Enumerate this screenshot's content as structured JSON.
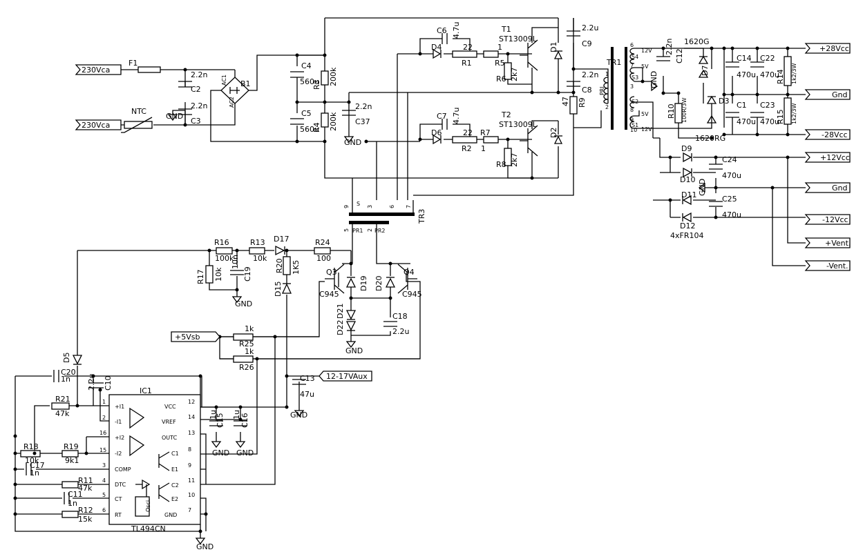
{
  "ports": {
    "in_l": "230Vca",
    "in_n": "230Vca",
    "p28": "+28Vcc",
    "gnd1": "Gnd",
    "m28": "-28Vcc",
    "p12": "+12Vcc",
    "gnd2": "Gnd",
    "m12": "-12Vcc",
    "pvent": "+Vent.",
    "mvent": "-Vent.",
    "vsb": "+5Vsb",
    "aux": "12-17VAux"
  },
  "labels": {
    "F1": "F1",
    "NTC": "NTC",
    "B1": "B1",
    "AC1": "AC1",
    "AC2": "AC2",
    "C2": "C2",
    "C2v": "2.2n",
    "C3": "C3",
    "C3v": "2.2n",
    "C4": "C4",
    "C4v": "560u",
    "C5": "C5",
    "C5v": "560u",
    "R3": "R3",
    "R3v": "200k",
    "R4": "R4",
    "R4v": "200k",
    "C37": "C37",
    "C37v": "2.2n",
    "C6": "C6",
    "C6v": "4.7u",
    "C7": "C7",
    "C7v": "4.7u",
    "D4": "D4",
    "D6": "D6",
    "R1": "R1",
    "R1v": "22",
    "R2": "R2",
    "R2v": "22",
    "R5": "R5",
    "R5v": "1",
    "R7": "R7",
    "R7v": "1",
    "R6": "R6",
    "R6v": "2k7",
    "R8": "R8",
    "R8v": "2k7",
    "T1": "T1",
    "T1v": "ST13009L",
    "T2": "T2",
    "T2v": "ST13009L",
    "D1": "D1",
    "D2": "D2",
    "C9": "C9",
    "C9v": "2.2u",
    "C8": "C8",
    "C8v": "2.2n",
    "R9": "R9",
    "R9v": "47",
    "TR1": "TR1",
    "PRI": "PRI",
    "S1": "S1",
    "S2": "S2",
    "S3": "S3",
    "S4": "S4",
    "v12a": "12V",
    "v5a": "5V",
    "v5b": "5V",
    "v12b": "12V",
    "C12": "C12",
    "C12v": "2.2n",
    "R10": "R10",
    "R10v": "100R/3W",
    "D7": "D7",
    "D3": "D3",
    "g1620": "1620G",
    "rg1620": "1620RG",
    "C14": "C14",
    "C14v": "470u",
    "C22": "C22",
    "C22v": "470u",
    "C1": "C1",
    "C1v": "470u",
    "C23": "C23",
    "C23v": "470u",
    "R14": "R14",
    "R14v": "1k2/3W",
    "R15": "R15",
    "R15v": "1k2/3W",
    "D9": "D9",
    "D10": "D10",
    "D11": "D11",
    "D12": "D12",
    "FR104": "4xFR104",
    "C24": "C24",
    "C24v": "470u",
    "C25": "C25",
    "C25v": "470u",
    "TR3": "TR3",
    "PR1": "PR1",
    "PR2": "PR2",
    "Sb": "S",
    "R16": "R16",
    "R16v": "100k",
    "R13": "R13",
    "R13v": "10k",
    "D17": "D17",
    "R24": "R24",
    "R24v": "100",
    "R17": "R17",
    "R17v": "10k",
    "C19": "C19",
    "C19v": "10n",
    "R20": "R20",
    "R20v": "1K5",
    "D15": "D15",
    "Q3": "Q3",
    "Q3v": "C945",
    "Q4": "Q4",
    "Q4v": "C945",
    "D19": "D19",
    "D20": "D20",
    "D21": "D21",
    "D22": "D22",
    "C18": "C18",
    "C18v": "2.2u",
    "R25": "R25",
    "R25v": "1k",
    "R26": "R26",
    "R26v": "1k",
    "C13": "C13",
    "C13v": "47u",
    "D5": "D5",
    "C20": "C20",
    "C20v": "1n",
    "C10": "C10",
    "C10v": "2.2u",
    "R21": "R21",
    "R21v": "47k",
    "R18": "R18",
    "R18v": "10k",
    "R19": "R19",
    "R19v": "9k1",
    "C17": "C17",
    "C17v": "1n",
    "R11": "R11",
    "R11v": "47k",
    "C11": "C11",
    "C11v": "1n",
    "R12": "R12",
    "R12v": "15k",
    "C15": "C15",
    "C15v": "1u",
    "C16": "C16",
    "C16v": "1u",
    "IC1": "IC1",
    "TL494": "TL494CN",
    "osci": "Osci.",
    "GND": "GND"
  },
  "ic_pins": [
    {
      "num": "1",
      "name": "+I1"
    },
    {
      "num": "2",
      "name": "-I1"
    },
    {
      "num": "16",
      "name": "+I2"
    },
    {
      "num": "15",
      "name": "-I2"
    },
    {
      "num": "3",
      "name": "COMP"
    },
    {
      "num": "4",
      "name": "DTC"
    },
    {
      "num": "5",
      "name": "CT"
    },
    {
      "num": "6",
      "name": "RT"
    },
    {
      "num": "12",
      "name": "VCC"
    },
    {
      "num": "14",
      "name": "VREF"
    },
    {
      "num": "13",
      "name": "OUTC"
    },
    {
      "num": "8",
      "name": "C1"
    },
    {
      "num": "9",
      "name": "E1"
    },
    {
      "num": "11",
      "name": "C2"
    },
    {
      "num": "10",
      "name": "E2"
    },
    {
      "num": "7",
      "name": "GND"
    }
  ],
  "tr_pins": {
    "tr1_p1": "1",
    "tr1_p2": "2",
    "tr1_6": "6",
    "tr1_7": "7",
    "tr1_8": "8",
    "tr1_3": "3",
    "tr1_9": "9",
    "tr1_10": "10",
    "tr3_9": "9",
    "tr3_3": "3",
    "tr3_6": "6",
    "tr3_7": "7",
    "tr3_5": "5",
    "tr3_2": "2"
  }
}
